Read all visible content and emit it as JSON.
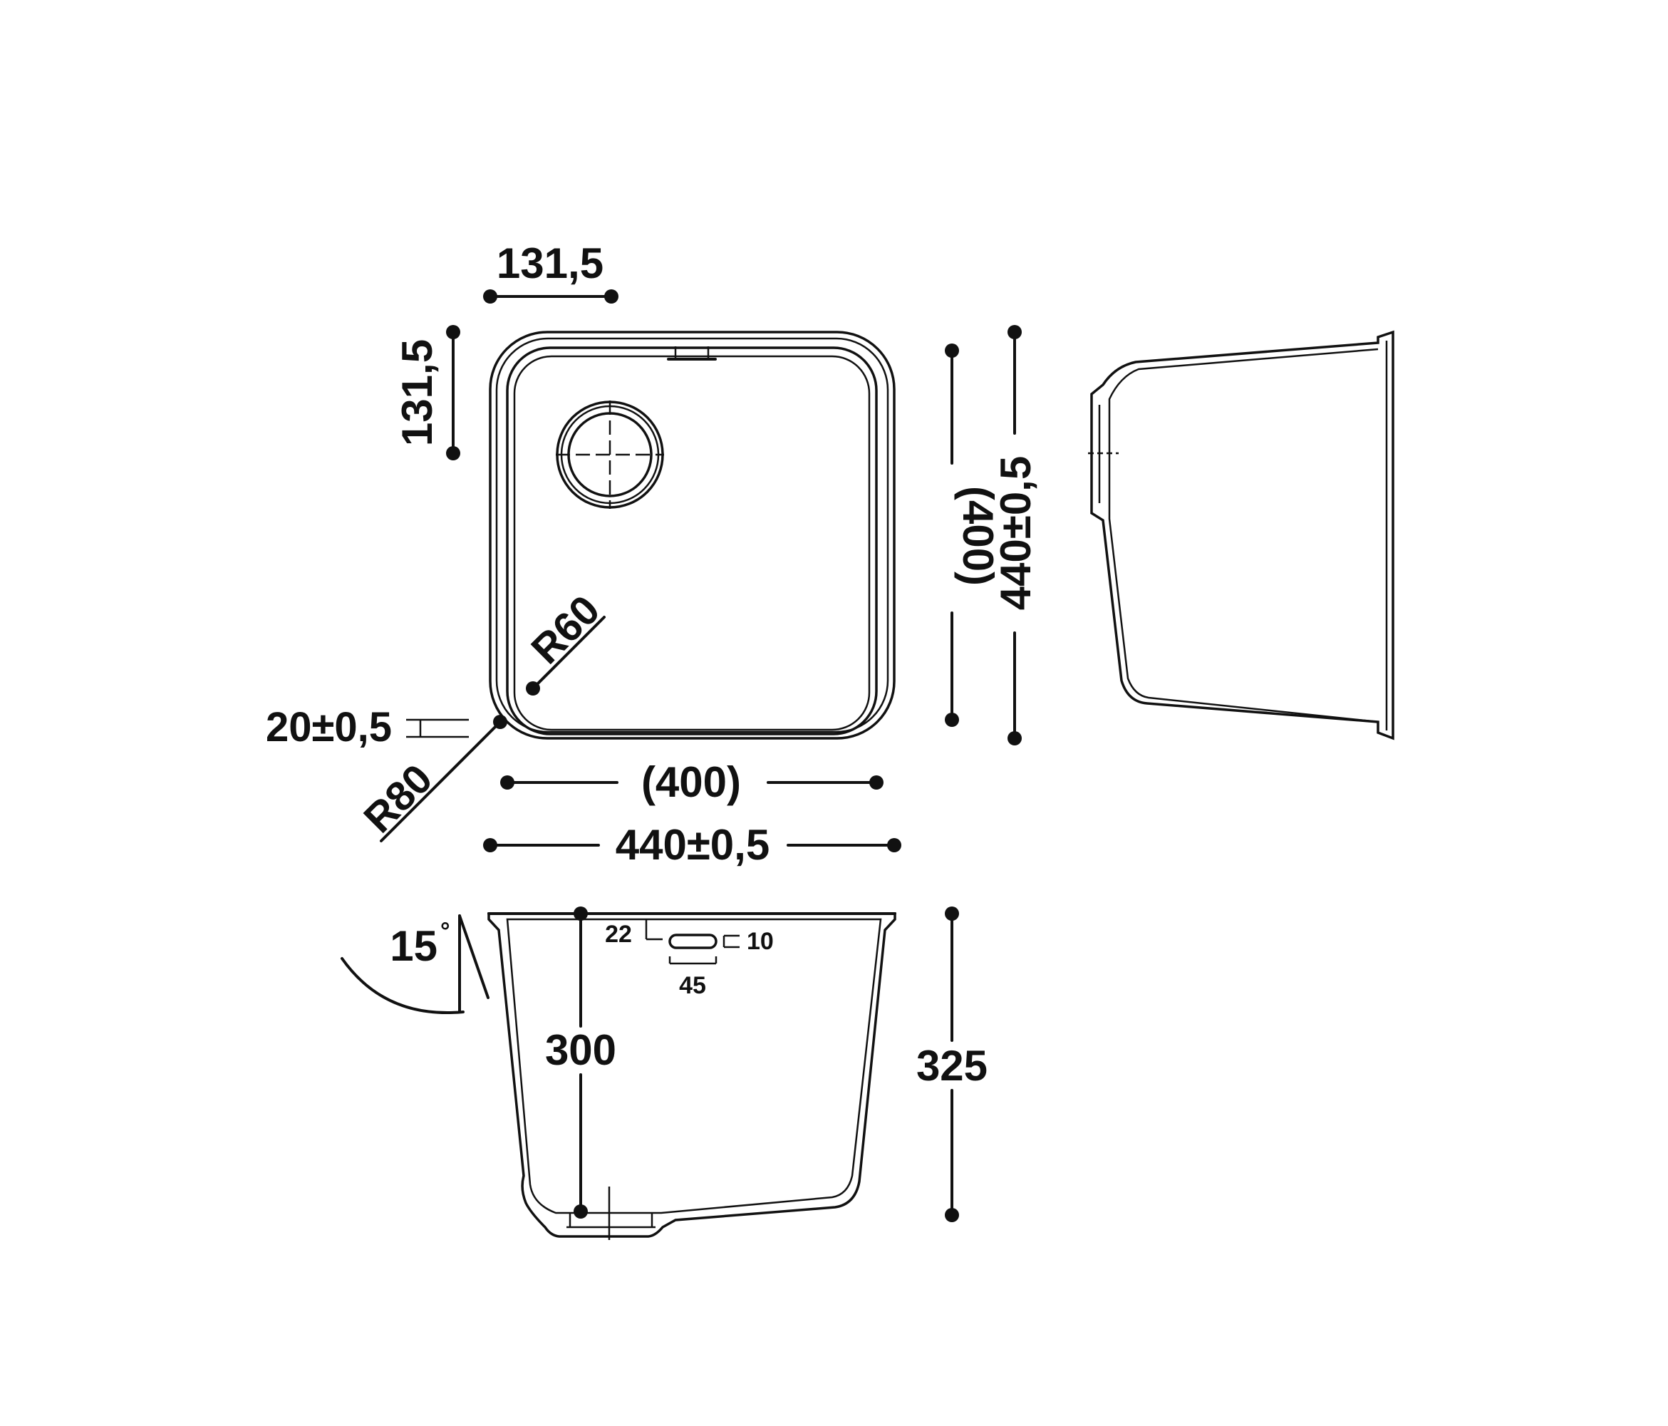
{
  "labels": {
    "top_left_width": "131,5",
    "top_left_height": "131,5",
    "inner_height": "(400)",
    "outer_height": "440±0,5",
    "inner_radius": "R60",
    "outer_radius": "R80",
    "rim": "20±0,5",
    "inner_width": "(400)",
    "outer_width": "440±0,5",
    "angle": "15",
    "angle_unit": "°",
    "inner_depth": "300",
    "outer_depth": "325",
    "overflow_22": "22",
    "overflow_10": "10",
    "overflow_45": "45"
  }
}
